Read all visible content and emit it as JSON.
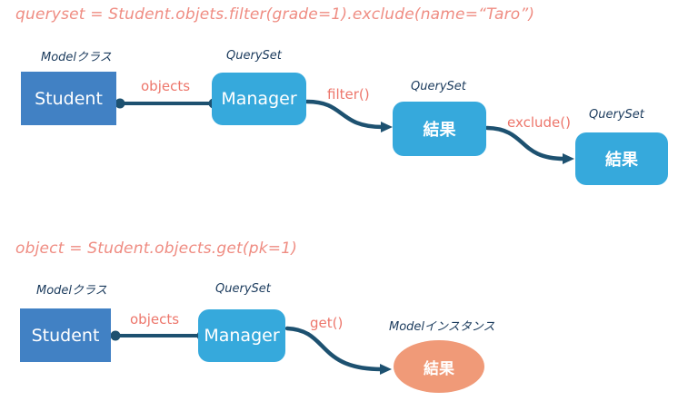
{
  "colors": {
    "title_text": "#ef8c82",
    "method_label_text": "#ed766b",
    "type_label_text": "#1a3a5c",
    "model_box": "#4181c4",
    "queryset_box": "#36a9dc",
    "instance_ellipse": "#f09a78",
    "connector": "#1d5170",
    "node_text": "#ffffff",
    "background": "#ffffff"
  },
  "top_diagram": {
    "code": "queryset = Student.objets.filter(grade=1).exclude(name=“Taro”)",
    "student": {
      "type_label": "Modelクラス",
      "label": "Student"
    },
    "objects_label": "objects",
    "manager": {
      "type_label": "QuerySet",
      "label": "Manager"
    },
    "filter_label": "filter()",
    "result1": {
      "type_label": "QuerySet",
      "label": "結果"
    },
    "exclude_label": "exclude()",
    "result2": {
      "type_label": "QuerySet",
      "label": "結果"
    }
  },
  "bottom_diagram": {
    "code": "object = Student.objects.get(pk=1)",
    "student": {
      "type_label": "Modelクラス",
      "label": "Student"
    },
    "objects_label": "objects",
    "manager": {
      "type_label": "QuerySet",
      "label": "Manager"
    },
    "get_label": "get()",
    "result": {
      "type_label": "Modelインスタンス",
      "label": "結果"
    }
  }
}
